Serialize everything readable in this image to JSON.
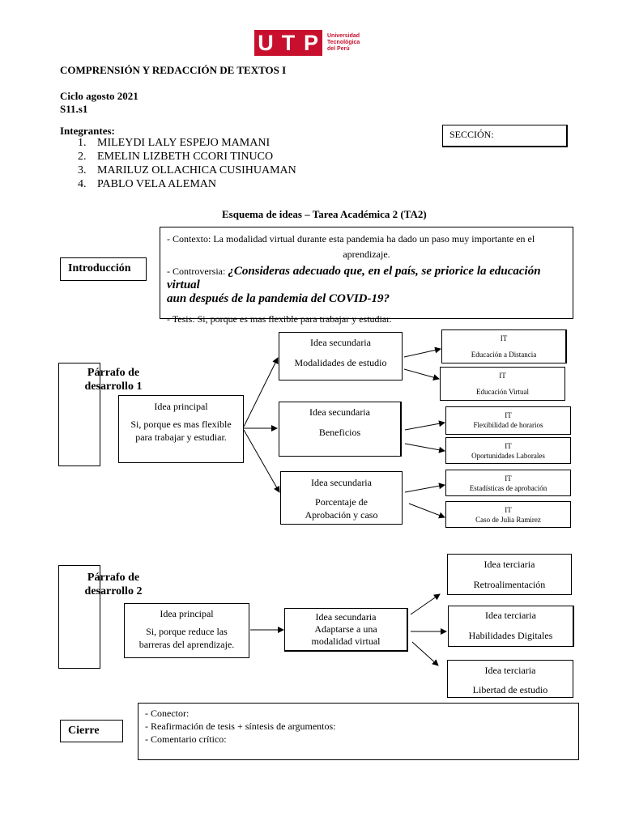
{
  "logo": {
    "letters": [
      "U",
      "T",
      "P"
    ],
    "line1": "Universidad",
    "line2": "Tecnológica",
    "line3": "del Perú"
  },
  "course_title": "COMPRENSIÓN Y REDACCIÓN DE TEXTOS I",
  "cycle": "Ciclo agosto 2021",
  "session": "S11.s1",
  "members_label": "Integrantes:",
  "members": [
    {
      "num": "1.",
      "name": "MILEYDI LALY ESPEJO MAMANI"
    },
    {
      "num": "2.",
      "name": "EMELIN LIZBETH CCORI TINUCO"
    },
    {
      "num": "3.",
      "name": "MARILUZ OLLACHICA CUSIHUAMAN"
    },
    {
      "num": "4.",
      "name": "PABLO VELA ALEMAN"
    }
  ],
  "section_label": "SECCIÓN:",
  "scheme_title": "Esquema de ideas – Tarea Académica 2 (TA2)",
  "intro": {
    "label": "Introducción",
    "context_line1": "- Contexto: La modalidad virtual durante esta pandemia ha dado un paso muy importante en el",
    "context_line2": "aprendizaje.",
    "controversy_prefix": "- Controversia: ",
    "controversy_q1": "¿Consideras adecuado que, en el país, se priorice la educación virtual",
    "controversy_q2": "aun después de la pandemia del COVID-19?",
    "thesis": "- Tesis: Si, porque es mas flexible para trabajar y estudiar."
  },
  "p1": {
    "label_line1": "Párrafo de",
    "label_line2": "desarrollo 1",
    "main_title": "Idea principal",
    "main_text1": "Si, porque es mas flexible",
    "main_text2": "para trabajar y estudiar.",
    "secondary": [
      {
        "title": "Idea secundaria",
        "text1": "Modalidades de estudio",
        "text2": ""
      },
      {
        "title": "Idea secundaria",
        "text1": "Beneficios",
        "text2": ""
      },
      {
        "title": "Idea secundaria",
        "text1": "Porcentaje de",
        "text2": "Aprobación y caso"
      }
    ],
    "tertiary": [
      {
        "title": "IT",
        "text": "Educación a Distancia"
      },
      {
        "title": "IT",
        "text": "Educación Virtual"
      },
      {
        "title": "IT",
        "text": "Flexibilidad de horarios"
      },
      {
        "title": "IT",
        "text": "Oportunidades Laborales"
      },
      {
        "title": "IT",
        "text": "Estadísticas de aprobación"
      },
      {
        "title": "IT",
        "text": "Caso de Julia Ramirez"
      }
    ]
  },
  "p2": {
    "label_line1": "Párrafo de",
    "label_line2": "desarrollo 2",
    "main_title": "Idea principal",
    "main_text1": "Si, porque reduce las",
    "main_text2": "barreras del aprendizaje.",
    "secondary_title": "Idea secundaria",
    "secondary_text1": "Adaptarse a una",
    "secondary_text2": "modalidad virtual",
    "tertiary": [
      {
        "title": "Idea terciaria",
        "text": "Retroalimentación"
      },
      {
        "title": "Idea terciaria",
        "text": "Habilidades Digitales"
      },
      {
        "title": "Idea terciaria",
        "text": "Libertad de estudio"
      }
    ]
  },
  "closing": {
    "label": "Cierre",
    "line1": "- Conector:",
    "line2": "- Reafirmación de tesis + síntesis de argumentos:",
    "line3": "- Comentario crítico:"
  }
}
